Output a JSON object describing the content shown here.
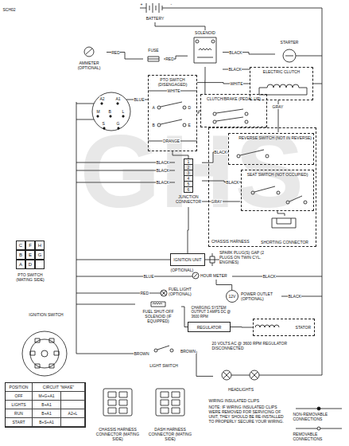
{
  "diagram": {
    "nodes": [
      {
        "text": [
          "BATTERY"
        ]
      },
      {
        "text": [
          "SOLENOID"
        ]
      },
      {
        "text": [
          "STARTER"
        ]
      },
      {
        "text": [
          "AMMETER (OPTIONAL)"
        ]
      },
      {
        "text": [
          "FUSE"
        ]
      },
      {
        "text": [
          "ELECTRIC CLUTCH"
        ]
      },
      {
        "text": [
          "PTO SWITCH (DISENGAGED)"
        ]
      },
      {
        "text": [
          "CLUTCH/BRAKE (PEDAL UP)"
        ]
      },
      {
        "text": [
          "CHASSIS HARNESS"
        ]
      },
      {
        "text": [
          "REVERSE SWITCH (NOT IN REVERSE)"
        ],
        "in": 8
      },
      {
        "text": [
          "SEAT SWITCH (NOT OCCUPIED)"
        ],
        "in": 8
      },
      {
        "text": [
          "SHORTING CONNECTOR"
        ],
        "in": 8
      },
      {
        "text": [
          "1",
          "2",
          "3",
          "4",
          "5",
          "6",
          "JUNCTION CONNECTOR"
        ]
      },
      {
        "text": [
          "IGNITION UNIT"
        ]
      },
      {
        "text": [
          "SPARK PLUG(S) GAP (2 PLUGS ON TWIN CYL. ENGINES)"
        ]
      },
      {
        "text": [
          "HOUR METER"
        ]
      },
      {
        "text": [
          "FUEL LIGHT (OPTIONAL)"
        ]
      },
      {
        "text": [
          "12V",
          "POWER OUTLET (OPTIONAL)"
        ]
      },
      {
        "text": [
          "FUEL SHUT-OFF SOLENOID (IF EQUIPPED)"
        ]
      },
      {
        "text": [
          "REGULATOR"
        ]
      },
      {
        "text": [
          "STATOR"
        ]
      },
      {
        "text": [
          "LIGHT SWITCH"
        ]
      },
      {
        "text": [
          "HEADLIGHTS"
        ]
      },
      {
        "text": [
          "C",
          "F",
          "H",
          "B",
          "E",
          "G",
          "A",
          "D",
          "PTO SWITCH (MATING SIDE)"
        ]
      },
      {
        "text": [
          "IGNITION SWITCH"
        ]
      },
      {
        "text": [
          "POSITION",
          "CIRCUIT \"MAKE\"",
          "OFF",
          "M+G+A1",
          "LIGHTS",
          "B+A1",
          "RUN",
          "B+A1",
          "A2+L",
          "START",
          "B+S+A1"
        ]
      },
      {
        "text": [
          "CHASSIS HARNESS CONNECTOR (MATING SIDE)"
        ]
      },
      {
        "text": [
          "DASH HARNESS CONNECTOR (MATING SIDE)"
        ]
      }
    ],
    "edges": [
      {
        "from": 0,
        "to": 1,
        "arrow": "none"
      },
      {
        "from": 1,
        "to": 2,
        "label": "BLACK",
        "arrow": "none"
      },
      {
        "from": 3,
        "to": 4,
        "label": "RED",
        "arrow": "none"
      },
      {
        "from": 4,
        "to": 1,
        "label": "RED",
        "arrow": "none"
      },
      {
        "from": 6,
        "to": 5,
        "label": "WHITE",
        "arrow": "none"
      },
      {
        "from": 6,
        "to": 7,
        "arrow": "none"
      },
      {
        "from": 7,
        "to": 1,
        "arrow": "none"
      },
      {
        "from": 9,
        "to": 12,
        "label": "BLACK",
        "arrow": "none"
      },
      {
        "from": 10,
        "to": 12,
        "label": "BLACK",
        "arrow": "none"
      },
      {
        "from": 11,
        "to": 10,
        "arrow": "none"
      },
      {
        "from": 12,
        "to": 13,
        "arrow": "none"
      },
      {
        "from": 13,
        "to": 14,
        "arrow": "none"
      },
      {
        "from": 19,
        "to": 20,
        "arrow": "none"
      },
      {
        "from": 21,
        "to": 22,
        "label": "BROWN",
        "arrow": "none"
      },
      {
        "from": 18,
        "to": 19,
        "arrow": "none"
      },
      {
        "from": 15,
        "to": 17,
        "arrow": "none"
      },
      {
        "from": 6,
        "to": 12,
        "arrow": "none"
      }
    ],
    "labels": [
      "SCH02",
      "+",
      "-",
      "BLACK",
      "WHITE",
      "BLUE",
      "GRAY",
      "ORANGE",
      "BLACK",
      "BLACK",
      "BLACK",
      "GRAY",
      "BLUE",
      "BLACK",
      "RED",
      "BROWN",
      "BLACK",
      "(OPTIONAL)",
      "CHARGING SYSTEM OUTPUT 3 AMPS DC @ 3600 RPM",
      "20 VOLTS AC @ 3600 RPM REGULATOR DISCONNECTED",
      "WIRING INSULATED CLIPS",
      "NOTE: IF WIRING INSULATED CLIPS WERE REMOVED FOR SERVICING OF UNIT, THEY SHOULD BE RE-INSTALLED TO PROPERLY SECURE YOUR WIRING.",
      "GHS",
      "A2",
      "A1",
      "M",
      "B",
      "L",
      "S",
      "G",
      "A",
      "D",
      "B",
      "E"
    ],
    "legend": [
      {
        "text": "NON-REMOVABLE CONNECTIONS"
      },
      {
        "text": "REMOVABLE CONNECTIONS"
      }
    ]
  }
}
